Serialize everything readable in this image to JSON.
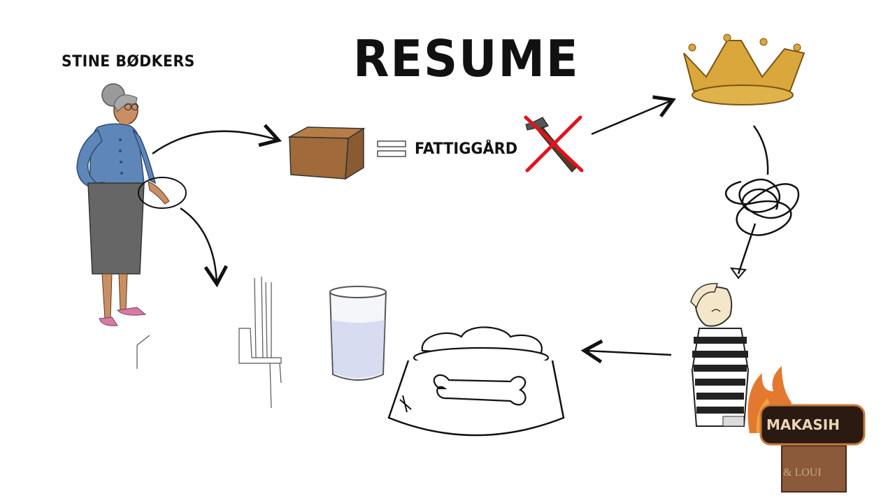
{
  "title": "RESUME",
  "character_name": "STINE BØDKERS",
  "label_fattiggard": "FATTIGGÅRD",
  "watermark": {
    "text": "MAKASIH",
    "sign_text": "& LOUI"
  },
  "colors": {
    "crown": "#d9a73b",
    "box": "#a06a3a",
    "cross": "#e0141e",
    "badge": "#2a1a12"
  }
}
